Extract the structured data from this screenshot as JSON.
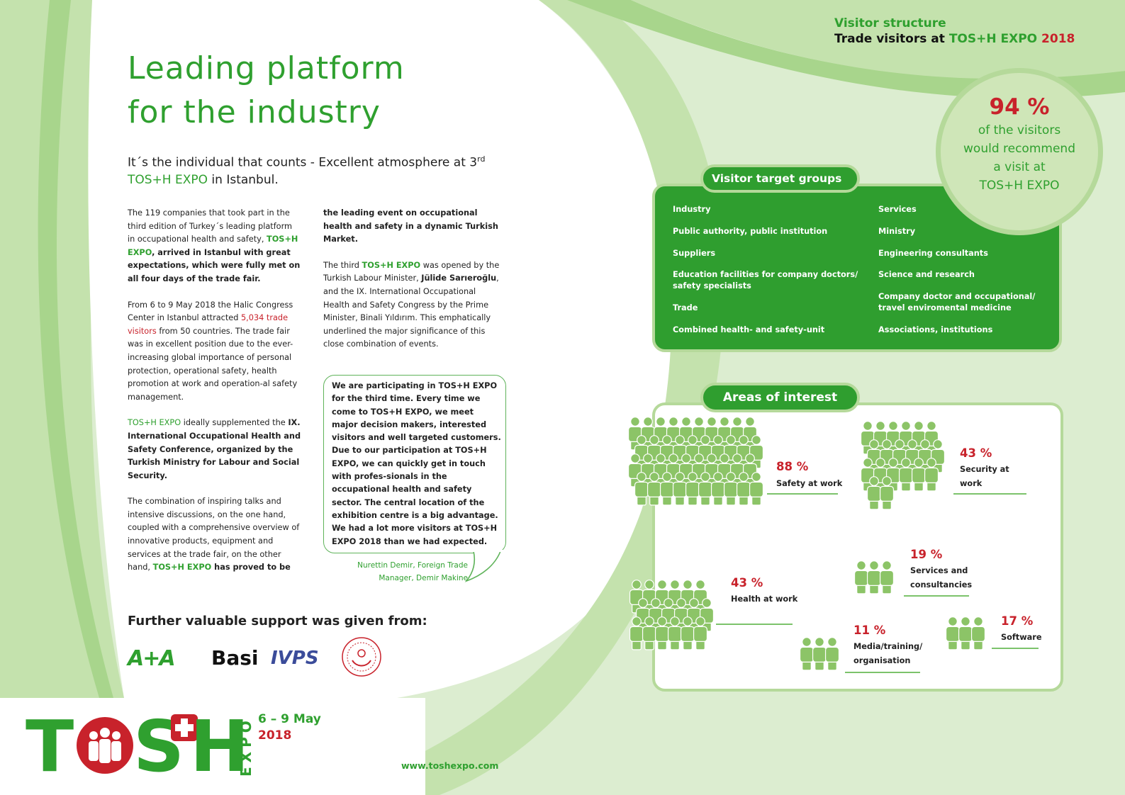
{
  "headline": {
    "line1": "Leading platform",
    "line2": "for the industry"
  },
  "subhead": {
    "part1": "It´s the individual that counts - Excellent atmosphere at 3",
    "ordinal": "rd",
    "brand": "TOS+H EXPO",
    "part2": " in Istanbul."
  },
  "col1": {
    "p1_a": "The 119 companies that took part in the third edition of Turkey´s leading platform in occupational health and safety, ",
    "p1_brand": "TOS+H  EXPO",
    "p1_b": ", arrived in Istanbul with great expectations, which were fully met on all four days of the trade fair.",
    "p2_a": "From 6 to 9 May 2018 the Halic Congress Center in Istanbul attracted ",
    "p2_red": "5,034 trade visitors",
    "p2_b": "  from 50 countries. The trade fair was in excellent position due to the ever-increasing global importance of personal protection, operational safety, health promotion at work and operation-al safety management.",
    "p3_brand": "TOS+H EXPO",
    "p3_a": " ideally supplemented the ",
    "p3_b": "IX. International Occupational Health and Safety Conference, organized by the Turkish Ministry for Labour and Social Security.",
    "p4_a": "The combination of inspiring talks and intensive discussions, on the one hand, coupled with a comprehensive overview of innovative products, equipment and services at the trade fair, on the other hand, ",
    "p4_brand": "TOS+H EXPO",
    "p4_b": " has proved to be"
  },
  "col2": {
    "p1": "the leading event on occupational health and safety in a dynamic Turkish Market.",
    "p2_a": "The third ",
    "p2_brand": "TOS+H EXPO",
    "p2_b": " was opened by the Turkish Labour Minister, ",
    "p2_name": "Jülide Sarıeroğlu",
    "p2_c": ", and the IX. International Occupational Health and Safety Congress by the Prime Minister, Binali Yıldırım. This emphatically underlined the major significance of this close combination of events."
  },
  "quote": {
    "text": "We are participating in TOS+H EXPO for the third time. Every time we come to TOS+H EXPO, we meet major decision makers, interested visitors and well targeted customers. Due to our participation at TOS+H EXPO, we can quickly get in touch with profes-sionals in the occupational health and safety sector. The central location of the exhibition centre is a big advantage. We had a lot more visitors at TOS+H EXPO 2018 than we had expected.",
    "author_line1": "Nurettin Demir, Foreign Trade",
    "author_line2": "Manager, Demir Makine"
  },
  "support": {
    "title": "Further valuable support was given from:",
    "logos": [
      "A+A",
      "Basi",
      "IVPS"
    ]
  },
  "brand": {
    "logo_t": "T",
    "logo_s": "S",
    "logo_h": "H",
    "logo_expo": "EXPO",
    "date": "6 – 9 May",
    "year": "2018",
    "website": "www.toshexpo.com"
  },
  "visitor_structure": {
    "title": "Visitor structure",
    "sub_a": "Trade visitors at ",
    "sub_brand": "TOS+H EXPO",
    "sub_year": "2018"
  },
  "recommend": {
    "pct": "94 %",
    "line1": "of the visitors",
    "line2": "would recommend",
    "line3": "a visit at",
    "line4": "TOS+H EXPO",
    "value_percent": 94
  },
  "target_groups": {
    "title": "Visitor target groups",
    "left": [
      "Industry",
      "Public authority, public institution",
      "Suppliers",
      "Education facilities for company doctors/ safety specialists",
      "Trade",
      "Combined health- and safety-unit"
    ],
    "right": [
      "Services",
      "Ministry",
      "Engineering consultants",
      "Science and research",
      "Company doctor and occupational/ travel enviromental medicine",
      "Associations, institutions"
    ]
  },
  "areas_of_interest": {
    "title": "Areas of interest",
    "items": [
      {
        "pct": "88 %",
        "label": "Safety at work",
        "value": 88
      },
      {
        "pct": "43 %",
        "label": "Security at work",
        "value": 43
      },
      {
        "pct": "43 %",
        "label": "Health at work",
        "value": 43
      },
      {
        "pct": "19 %",
        "label": "Services and consultancies",
        "value": 19
      },
      {
        "pct": "17 %",
        "label": "Software",
        "value": 17
      },
      {
        "pct": "11 %",
        "label": "Media/training/ organisation",
        "value": 11
      }
    ]
  },
  "colors": {
    "green": "#2fa02f",
    "light_green": "#b5d99a",
    "red": "#c8222b",
    "people": "#8cc467"
  }
}
